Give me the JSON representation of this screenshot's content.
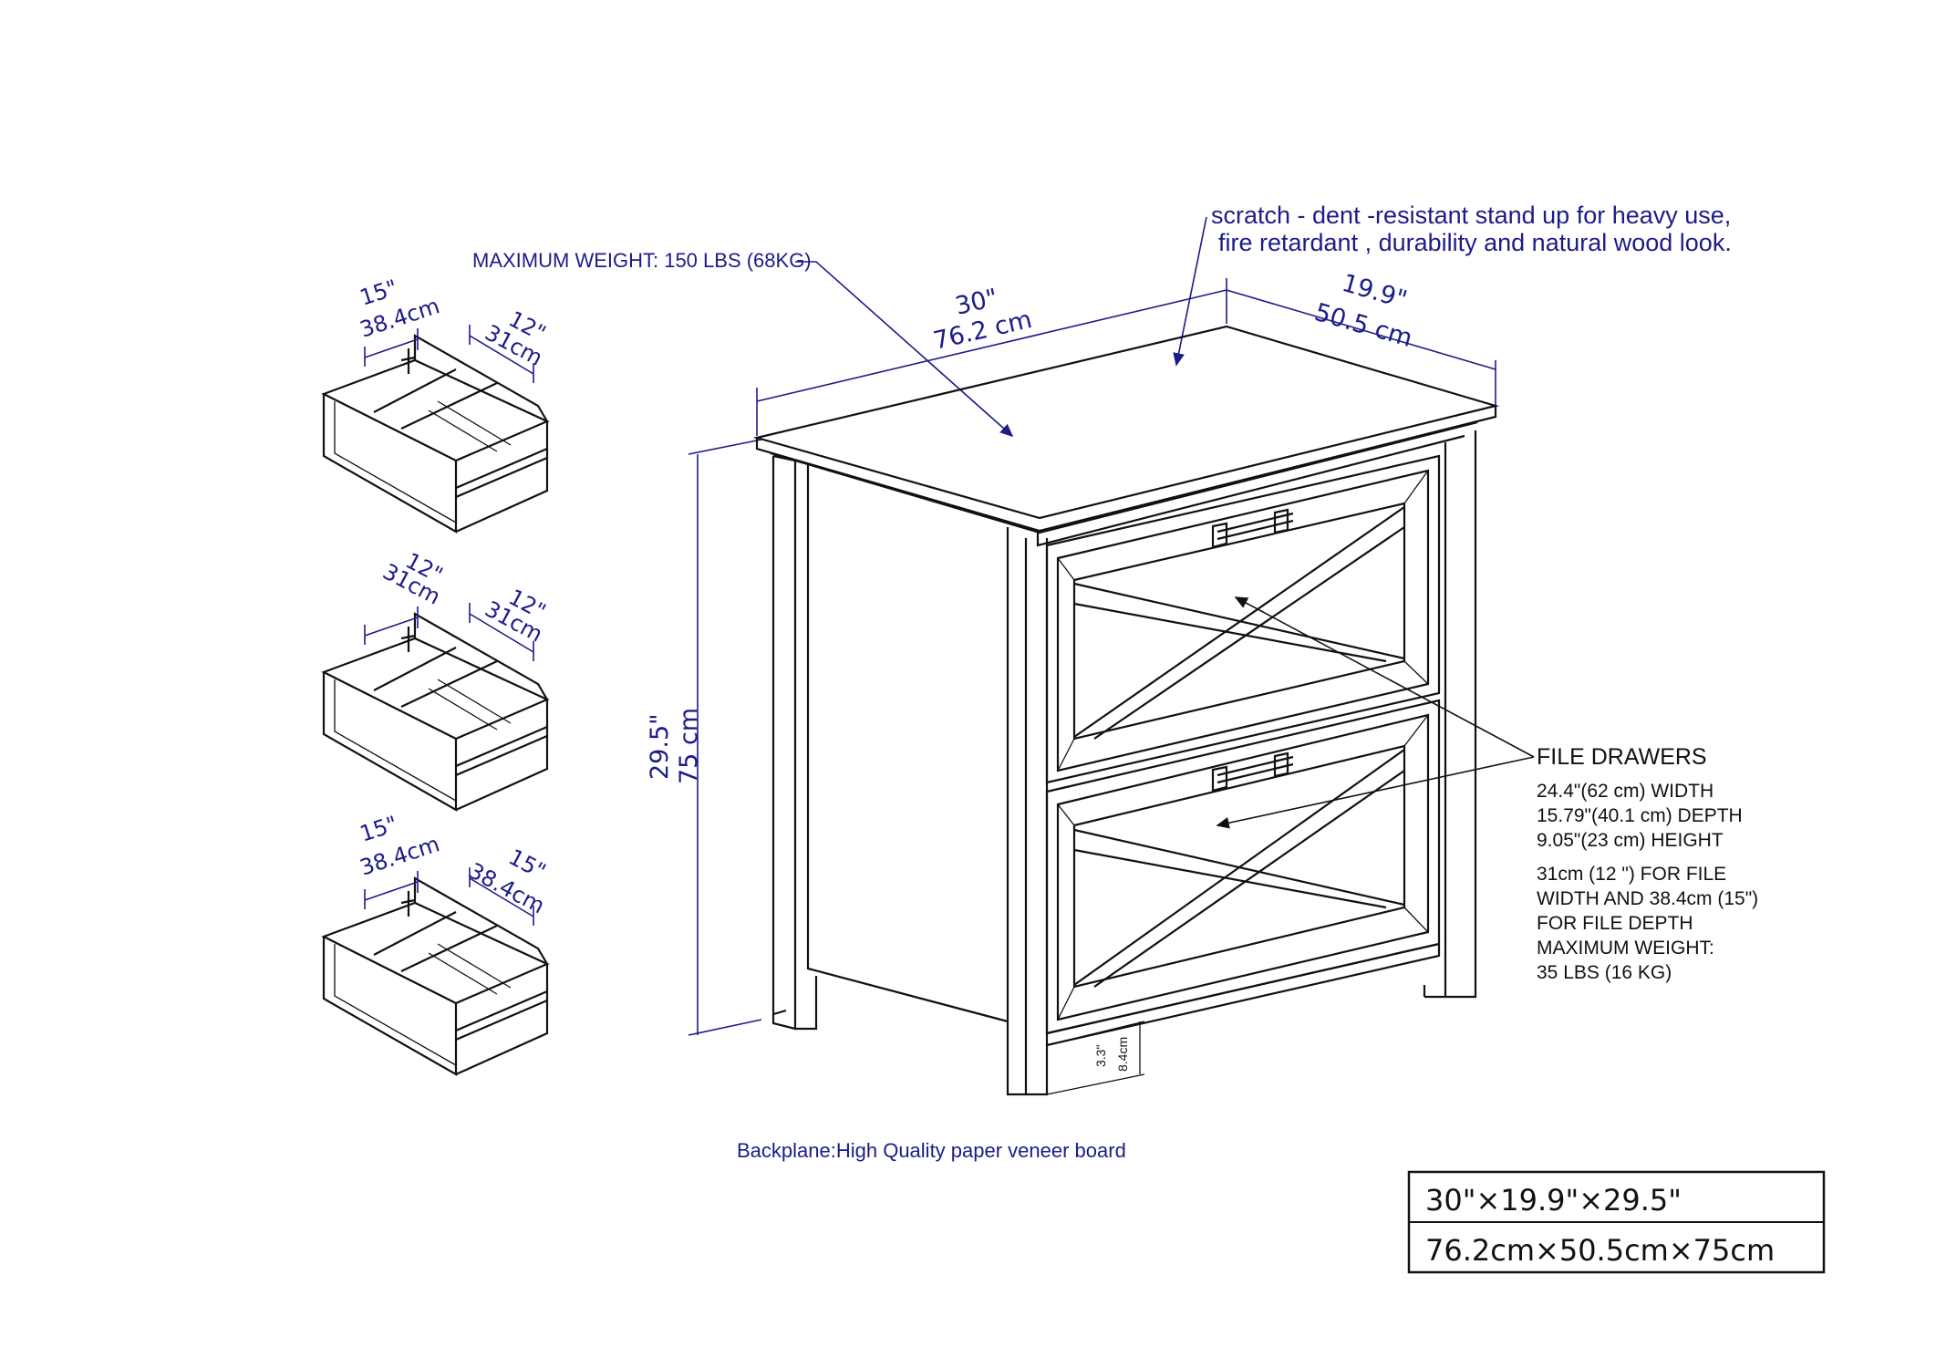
{
  "notes": {
    "max_weight": "MAXIMUM WEIGHT: 150 LBS (68KG)",
    "finish_line1": "scratch - dent -resistant stand up for heavy use,",
    "finish_line2": "fire retardant , durability and natural wood look.",
    "backplane": "Backplane:High Quality paper veneer board"
  },
  "dimensions": {
    "width_in": "30\"",
    "width_cm": "76.2  cm",
    "depth_in": "19.9\"",
    "depth_cm": "50.5  cm",
    "height_in": "29.5\"",
    "height_cm": "75  cm",
    "leg_in": "3.3\"",
    "leg_cm": "8.4cm"
  },
  "drawer_insets": [
    {
      "left_in": "15\"",
      "left_cm": "38.4cm",
      "right_in": "12\"",
      "right_cm": "31cm"
    },
    {
      "left_in": "12\"",
      "left_cm": "31cm",
      "right_in": "12\"",
      "right_cm": "31cm"
    },
    {
      "left_in": "15\"",
      "left_cm": "38.4cm",
      "right_in": "15\"",
      "right_cm": "38.4cm"
    }
  ],
  "file_drawers": {
    "heading": "FILE DRAWERS",
    "lines": [
      "24.4\"(62 cm) WIDTH",
      "15.79\"(40.1 cm) DEPTH",
      "9.05\"(23 cm) HEIGHT",
      "31cm (12 \") FOR FILE",
      "WIDTH AND 38.4cm (15\")",
      "FOR FILE DEPTH",
      "MAXIMUM WEIGHT:",
      "35 LBS (16 KG)"
    ]
  },
  "size_table": {
    "imperial": "30\"×19.9\"×29.5\"",
    "metric": "76.2cm×50.5cm×75cm"
  },
  "colors": {
    "annotation": "#1c1c8a",
    "line": "#111111"
  }
}
